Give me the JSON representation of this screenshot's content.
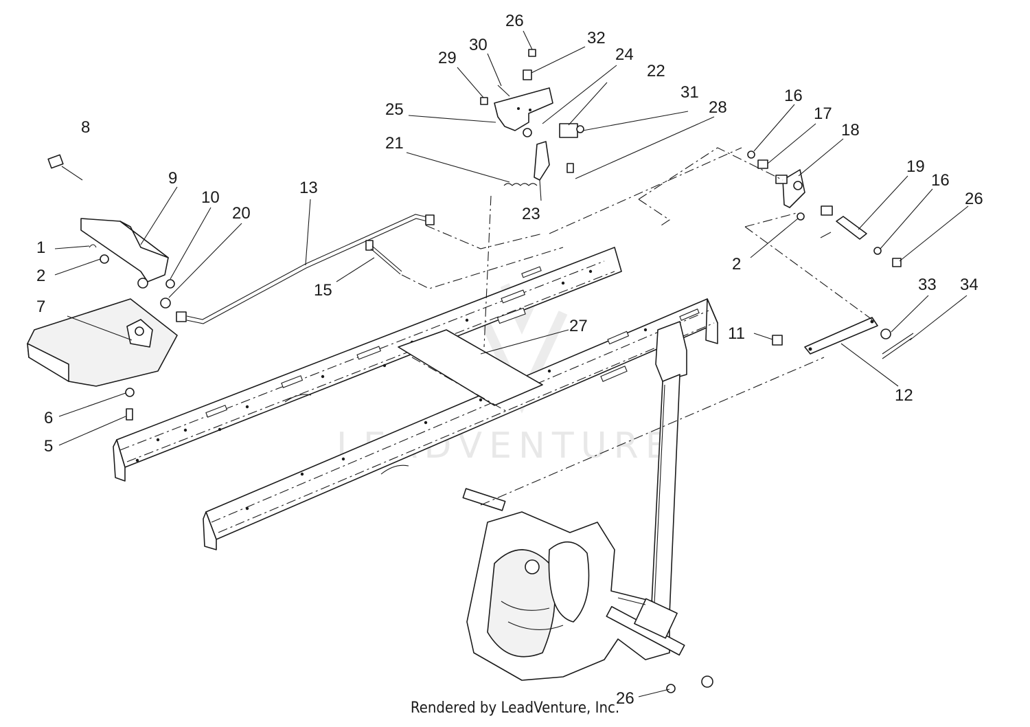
{
  "footer": {
    "credit": "Rendered by LeadVenture, Inc."
  },
  "watermark": {
    "text": "LEADVENTURE"
  },
  "callouts": {
    "c1": "1",
    "c2a": "2",
    "c2b": "2",
    "c5": "5",
    "c6": "6",
    "c7": "7",
    "c8": "8",
    "c9": "9",
    "c10": "10",
    "c11": "11",
    "c12": "12",
    "c13": "13",
    "c15": "15",
    "c16a": "16",
    "c16b": "16",
    "c17": "17",
    "c18": "18",
    "c19": "19",
    "c20": "20",
    "c21": "21",
    "c22": "22",
    "c23": "23",
    "c24": "24",
    "c25": "25",
    "c26a": "26",
    "c26b": "26",
    "c26c": "26",
    "c27": "27",
    "c28": "28",
    "c29": "29",
    "c30": "30",
    "c31": "31",
    "c32": "32",
    "c33": "33",
    "c34": "34"
  }
}
